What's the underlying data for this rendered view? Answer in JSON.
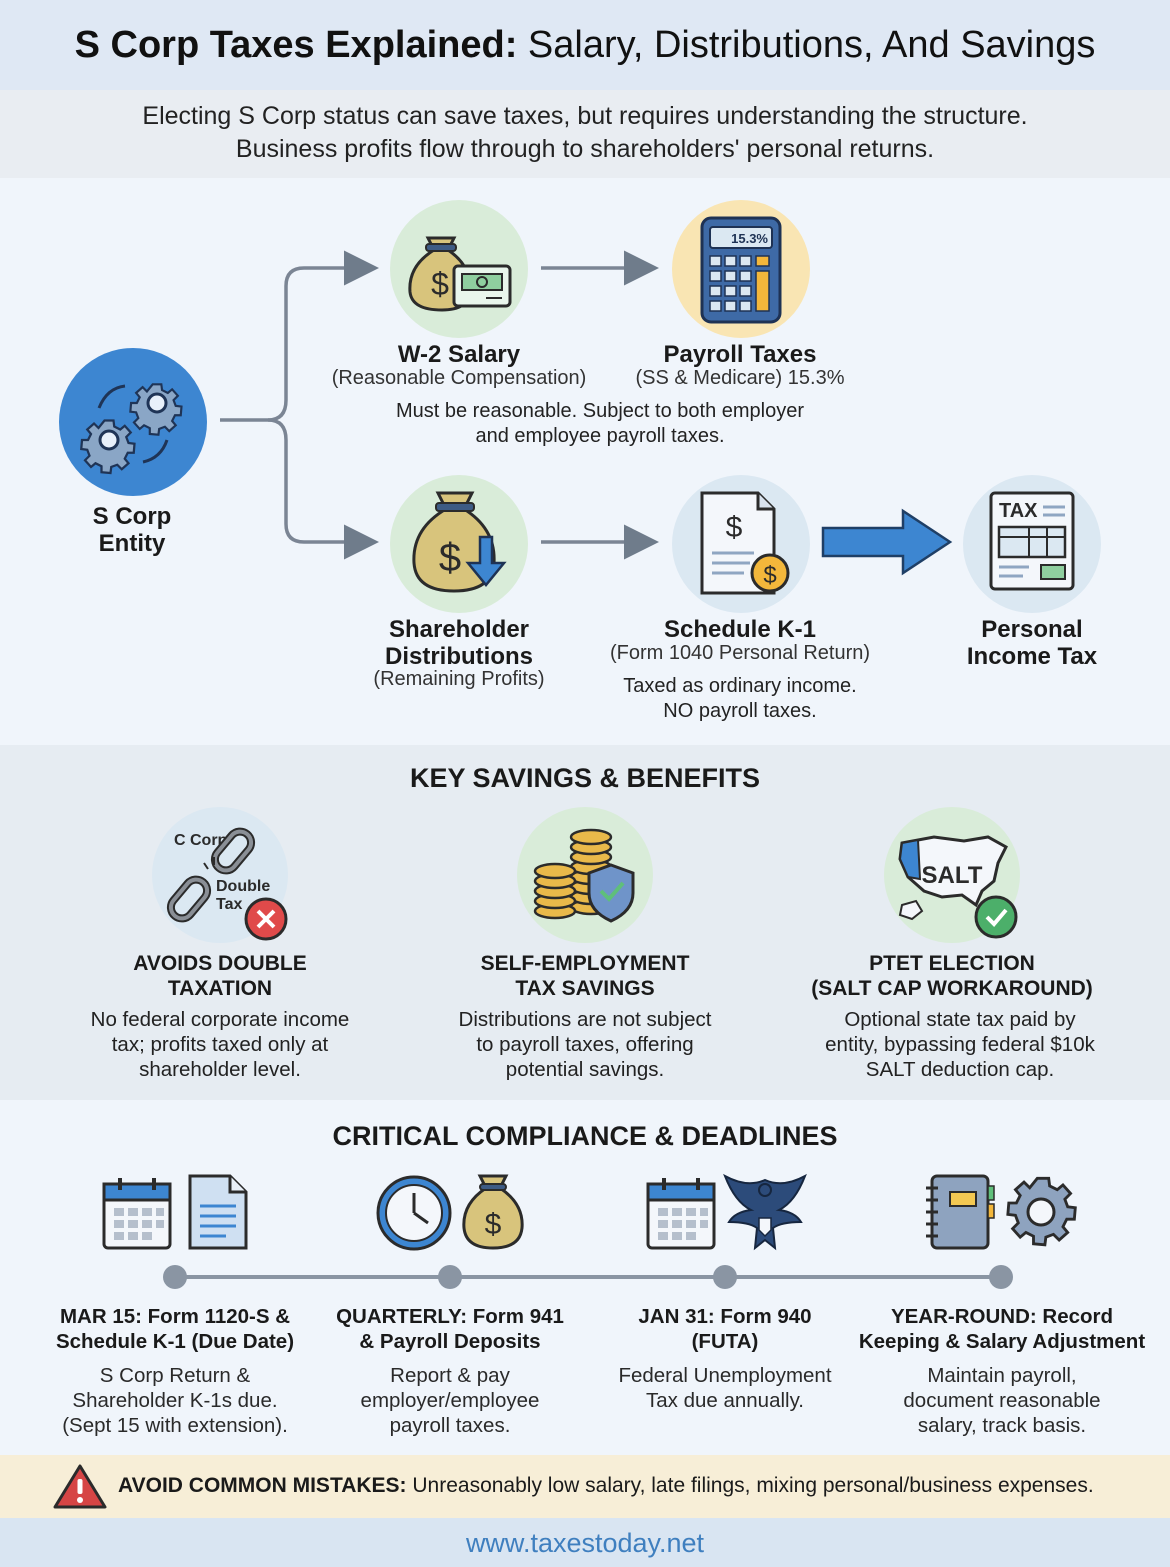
{
  "title": {
    "bold": "S Corp Taxes Explained:",
    "rest": " Salary, Distributions, And Savings"
  },
  "intro": {
    "line1": "Electing S Corp status can save taxes, but requires understanding the structure.",
    "line2": "Business profits flow through to shareholders' personal returns."
  },
  "flow": {
    "entity": {
      "line1": "S Corp",
      "line2": "Entity",
      "icon": "gears-icon"
    },
    "salary": {
      "title": "W-2 Salary",
      "sub": "(Reasonable Compensation)",
      "icon": "money-bag-cash-icon"
    },
    "payroll": {
      "title": "Payroll Taxes",
      "sub": "(SS & Medicare) 15.3%",
      "icon": "calculator-icon",
      "display": "15.3%"
    },
    "salary_note": {
      "line1": "Must be reasonable. Subject to both employer",
      "line2": "and employee payroll taxes."
    },
    "distributions": {
      "line1": "Shareholder",
      "line2": "Distributions",
      "sub": "(Remaining Profits)",
      "icon": "money-bag-down-icon"
    },
    "k1": {
      "title": "Schedule K-1",
      "sub": "(Form 1040 Personal Return)",
      "icon": "document-dollar-icon"
    },
    "k1_note": {
      "line1": "Taxed as ordinary income.",
      "line2": "NO payroll taxes."
    },
    "personal": {
      "line1": "Personal",
      "line2": "Income Tax",
      "icon": "tax-form-icon",
      "form_label": "TAX"
    }
  },
  "benefits": {
    "heading": "KEY SAVINGS & BENEFITS",
    "items": [
      {
        "title1": "AVOIDS DOUBLE",
        "title2": "TAXATION",
        "text1": "No federal corporate income",
        "text2": "tax; profits taxed only at",
        "text3": "shareholder level.",
        "icon": "broken-chain-icon",
        "icon_label1": "C Corp",
        "icon_label2": "Double",
        "icon_label3": "Tax"
      },
      {
        "title1": "SELF-EMPLOYMENT",
        "title2": "TAX SAVINGS",
        "text1": "Distributions are not subject",
        "text2": "to payroll taxes, offering",
        "text3": "potential savings.",
        "icon": "coins-shield-icon"
      },
      {
        "title1": "PTET ELECTION",
        "title2": "(SALT CAP WORKAROUND)",
        "text1": "Optional state tax paid by",
        "text2": "entity, bypassing federal $10k",
        "text3": "SALT deduction cap.",
        "icon": "us-map-icon",
        "icon_label": "SALT"
      }
    ]
  },
  "compliance": {
    "heading": "CRITICAL COMPLIANCE & DEADLINES",
    "items": [
      {
        "title1": "MAR 15: Form 1120-S &",
        "title2": "Schedule K-1 (Due Date)",
        "text1": "S Corp Return &",
        "text2": "Shareholder K-1s due.",
        "text3": "(Sept 15 with extension).",
        "icons": "calendar-icon, document-icon"
      },
      {
        "title1": "QUARTERLY: Form 941",
        "title2": "& Payroll Deposits",
        "text1": "Report & pay",
        "text2": "employer/employee",
        "text3": "payroll taxes.",
        "icons": "clock-icon, money-bag-icon"
      },
      {
        "title1": "JAN 31: Form 940",
        "title2": "(FUTA)",
        "text1": "Federal Unemployment",
        "text2": "Tax due annually.",
        "text3": "",
        "icons": "calendar-icon, eagle-icon"
      },
      {
        "title1": "YEAR-ROUND: Record",
        "title2": "Keeping & Salary Adjustment",
        "text1": "Maintain payroll,",
        "text2": "document reasonable",
        "text3": "salary, track basis.",
        "icons": "notebook-icon, gear-icon"
      }
    ]
  },
  "warning": {
    "bold": "AVOID COMMON MISTAKES:",
    "text": " Unreasonably low salary, late filings, mixing personal/business expenses.",
    "icon": "warning-icon"
  },
  "footer": {
    "url": "www.taxestoday.net"
  },
  "colors": {
    "blue": "#3d86d1",
    "navy": "#2c4b7a",
    "green_bg": "#d9ecd9",
    "yellow_bg": "#f9e5b3",
    "gold": "#d8c47c",
    "warn_red": "#d64545"
  }
}
